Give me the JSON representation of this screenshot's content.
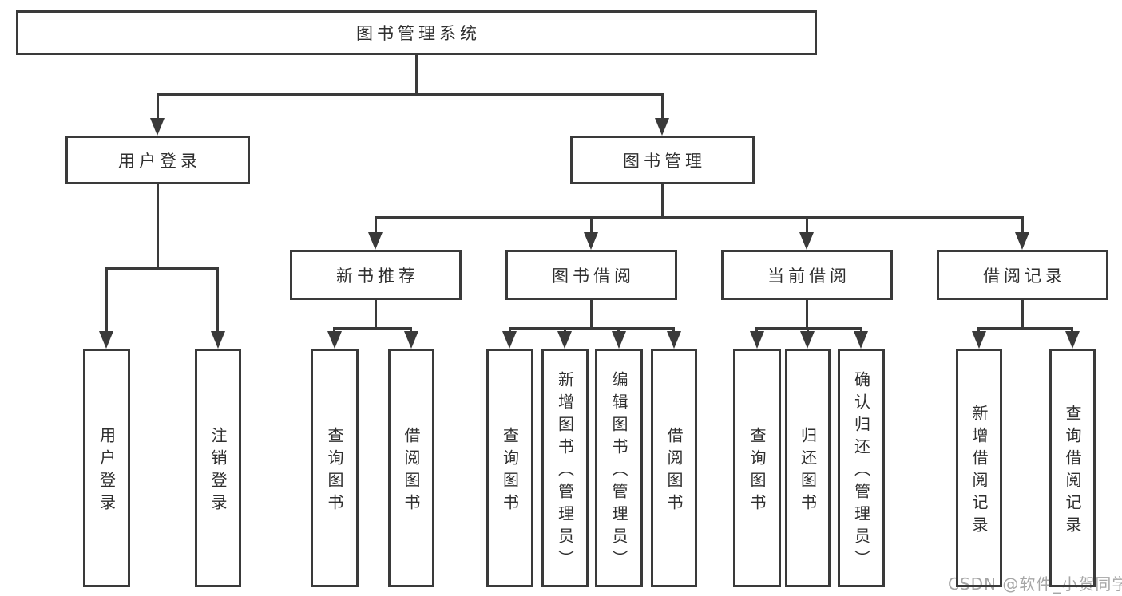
{
  "nodes": {
    "root": "图书管理系统",
    "level2": {
      "user_login": "用户登录",
      "book_mgmt": "图书管理"
    },
    "level3": {
      "new_book": "新书推荐",
      "book_borrow": "图书借阅",
      "current_borrow": "当前借阅",
      "borrow_record": "借阅记录"
    },
    "leaves": {
      "user_login": [
        "用户登录",
        "注销登录"
      ],
      "new_book": [
        "查询图书",
        "借阅图书"
      ],
      "book_borrow": [
        "查询图书",
        "新增图书（管理员）",
        "编辑图书（管理员）",
        "借阅图书"
      ],
      "current_borrow": [
        "查询图书",
        "归还图书",
        "确认归还（管理员）"
      ],
      "borrow_record": [
        "新增借阅记录",
        "查询借阅记录"
      ]
    }
  },
  "watermark": {
    "text": "CSDN @软件_小贺同学"
  },
  "colors": {
    "line": "#3a3a3a",
    "text": "#2f2f2f",
    "watermark": "#a6a6a6",
    "background": "#ffffff"
  }
}
